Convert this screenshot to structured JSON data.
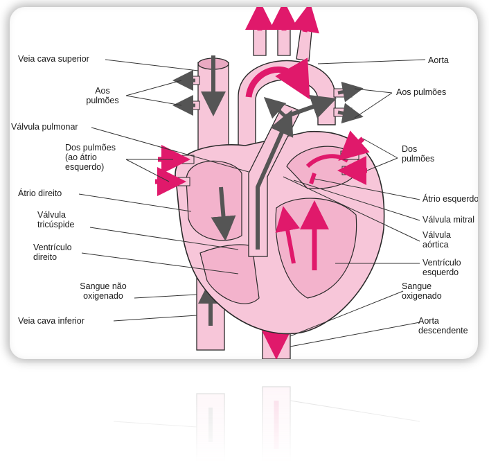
{
  "labels": {
    "veia_cava_superior": "Veia cava superior",
    "aos_pulmoes_left_1": "Aos",
    "aos_pulmoes_left_2": "pulmões",
    "valvula_pulmonar": "Válvula pulmonar",
    "dos_pulmoes_left_1": "Dos pulmões",
    "dos_pulmoes_left_2": "(ao átrio",
    "dos_pulmoes_left_3": "esquerdo)",
    "atrio_direito": "Átrio direito",
    "valvula_tricuspide_1": "Válvula",
    "valvula_tricuspide_2": "tricúspide",
    "ventriculo_direito_1": "Ventrículo",
    "ventriculo_direito_2": "direito",
    "sangue_nao_oxigenado_1": "Sangue não",
    "sangue_nao_oxigenado_2": "oxigenado",
    "veia_cava_inferior": "Veia cava inferior",
    "aorta": "Aorta",
    "aos_pulmoes_right": "Aos pulmões",
    "dos_pulmoes_right_1": "Dos",
    "dos_pulmoes_right_2": "pulmões",
    "atrio_esquerdo": "Átrio esquerdo",
    "valvula_mitral": "Válvula mitral",
    "valvula_aortica_1": "Válvula",
    "valvula_aortica_2": "aórtica",
    "ventriculo_esquerdo_1": "Ventrículo",
    "ventriculo_esquerdo_2": "esquerdo",
    "sangue_oxigenado_1": "Sangue",
    "sangue_oxigenado_2": "oxigenado",
    "aorta_descendente_1": "Aorta",
    "aorta_descendente_2": "descendente"
  },
  "colors": {
    "tissue": "#f7c6d9",
    "tissue_dark": "#e9a9c2",
    "chamber": "#f3b3cc",
    "oxygenated_arrow": "#e0196b",
    "deoxygenated_arrow": "#555555",
    "outline": "#2a2a2a"
  }
}
